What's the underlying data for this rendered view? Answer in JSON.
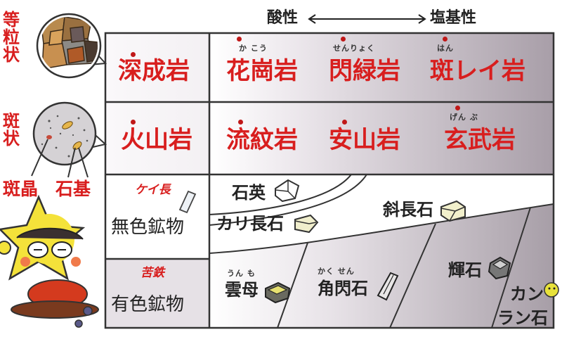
{
  "header": {
    "acidic": "酸性",
    "basic": "塩基性"
  },
  "textures": {
    "equigranular": "等粒状",
    "porphyritic": "斑状",
    "phenocryst": "斑晶",
    "groundmass": "石基"
  },
  "rows": {
    "plutonic": "深成岩",
    "volcanic": "火山岩",
    "colorless_minerals": "無色鉱物",
    "colorless_note": "ケイ長",
    "colored_minerals": "有色鉱物",
    "colored_note": "苦鉄"
  },
  "rocks": {
    "granite": {
      "name": "花崗岩",
      "ruby": "か こう"
    },
    "diorite": {
      "name": "閃緑岩",
      "ruby": "せんりょく"
    },
    "gabbro": {
      "name": "斑レイ岩",
      "ruby": "はん"
    },
    "rhyolite": {
      "name": "流紋岩",
      "ruby": ""
    },
    "andesite": {
      "name": "安山岩",
      "ruby": ""
    },
    "basalt": {
      "name": "玄武岩",
      "ruby": "げん ぶ"
    }
  },
  "minerals": {
    "quartz": "石英",
    "k_feldspar": "カリ長石",
    "plagioclase": "斜長石",
    "biotite": {
      "name": "雲母",
      "ruby": "うん も"
    },
    "hornblende": {
      "name": "角閃石",
      "ruby": "かく せん"
    },
    "pyroxene": "輝石",
    "olivine_1": "カン",
    "olivine_2": "ラン石"
  },
  "colors": {
    "red_text": "#d81e1e",
    "grid_line": "#333333",
    "shade_dark": "#b7aeb7",
    "shade_light": "#efebef"
  }
}
